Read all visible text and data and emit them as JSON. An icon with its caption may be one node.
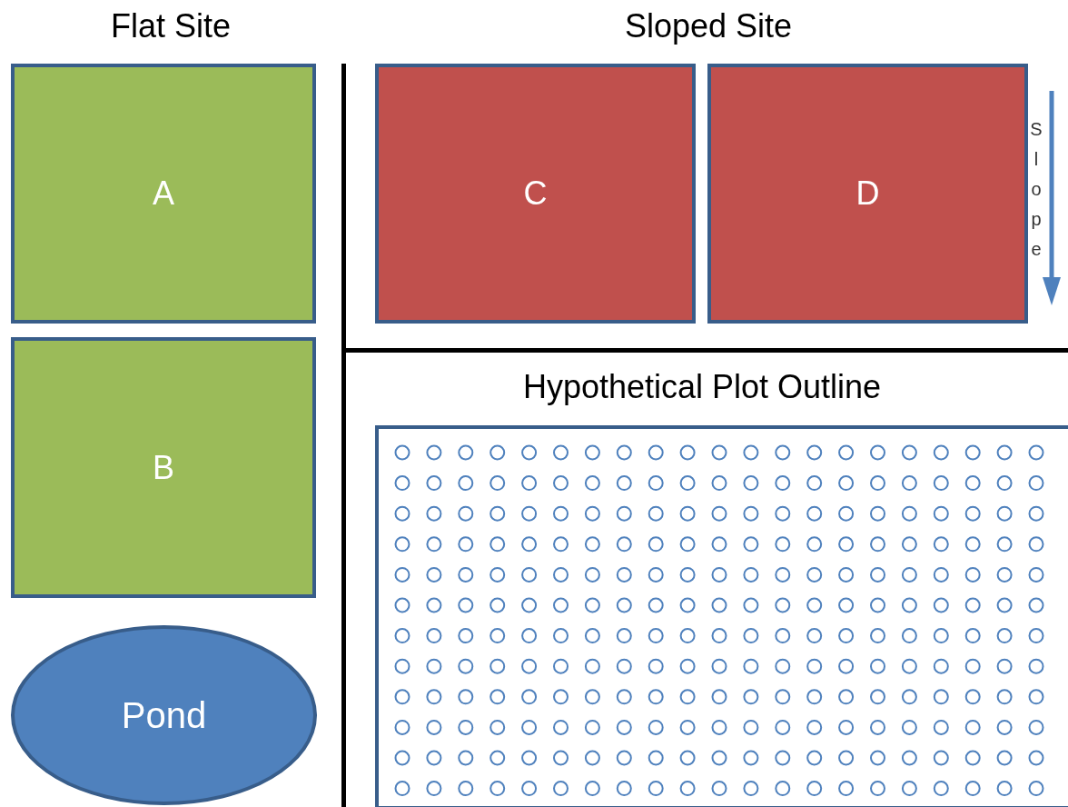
{
  "diagram": {
    "nodes": [
      {
        "text": [
          "A"
        ]
      },
      {
        "text": [
          "B"
        ]
      },
      {
        "text": [
          "Pond"
        ]
      },
      {
        "text": [
          "C"
        ]
      },
      {
        "text": [
          "D"
        ]
      },
      {
        "text": [
          "Hypothetical Plot Outline"
        ]
      }
    ],
    "labels": [
      "Flat Site",
      "Sloped Site",
      "Slope"
    ]
  }
}
